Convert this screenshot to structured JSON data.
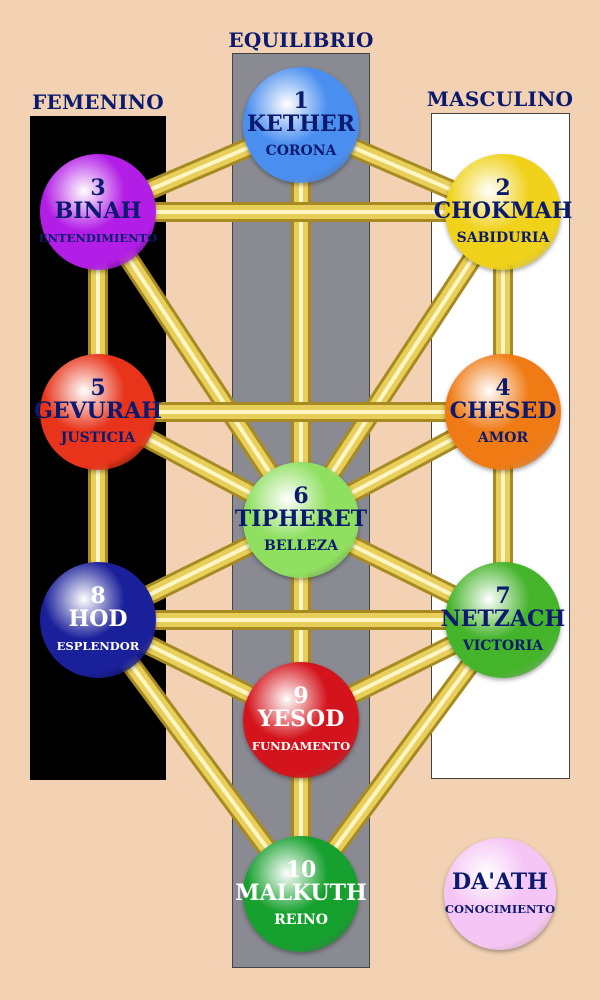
{
  "pillars": {
    "left": {
      "label": "FEMENINO"
    },
    "middle": {
      "label": "EQUILIBRIO"
    },
    "right": {
      "label": "MASCULINO"
    }
  },
  "sephirot": [
    {
      "id": "kether",
      "num": "1",
      "name": "KETHER",
      "meaning": "CORONA",
      "color": "#4a8ff0"
    },
    {
      "id": "chokmah",
      "num": "2",
      "name": "CHOKMAH",
      "meaning": "SABIDURIA",
      "color": "#f0d21a"
    },
    {
      "id": "binah",
      "num": "3",
      "name": "BINAH",
      "meaning": "ENTENDIMIENTO",
      "color": "#b21ee6"
    },
    {
      "id": "chesed",
      "num": "4",
      "name": "CHESED",
      "meaning": "AMOR",
      "color": "#f07a14"
    },
    {
      "id": "gevurah",
      "num": "5",
      "name": "GEVURAH",
      "meaning": "JUSTICIA",
      "color": "#e8341a"
    },
    {
      "id": "tiphereth",
      "num": "6",
      "name": "TIPHERET",
      "meaning": "BELLEZA",
      "color": "#8fe060"
    },
    {
      "id": "netzach",
      "num": "7",
      "name": "NETZACH",
      "meaning": "VICTORIA",
      "color": "#44b42a"
    },
    {
      "id": "hod",
      "num": "8",
      "name": "HOD",
      "meaning": "ESPLENDOR",
      "color": "#1a1f9a"
    },
    {
      "id": "yesod",
      "num": "9",
      "name": "YESOD",
      "meaning": "FUNDAMENTO",
      "color": "#d4141c"
    },
    {
      "id": "malkuth",
      "num": "10",
      "name": "MALKUTH",
      "meaning": "REINO",
      "color": "#16a02e"
    },
    {
      "id": "daath",
      "num": "",
      "name": "DA'ATH",
      "meaning": "CONOCIMIENTO",
      "color": "#f5c6f5"
    }
  ],
  "colors": {
    "background": "#f2d2b3",
    "path_gold": "#e8cf5a",
    "text": "#0b1a6e"
  }
}
